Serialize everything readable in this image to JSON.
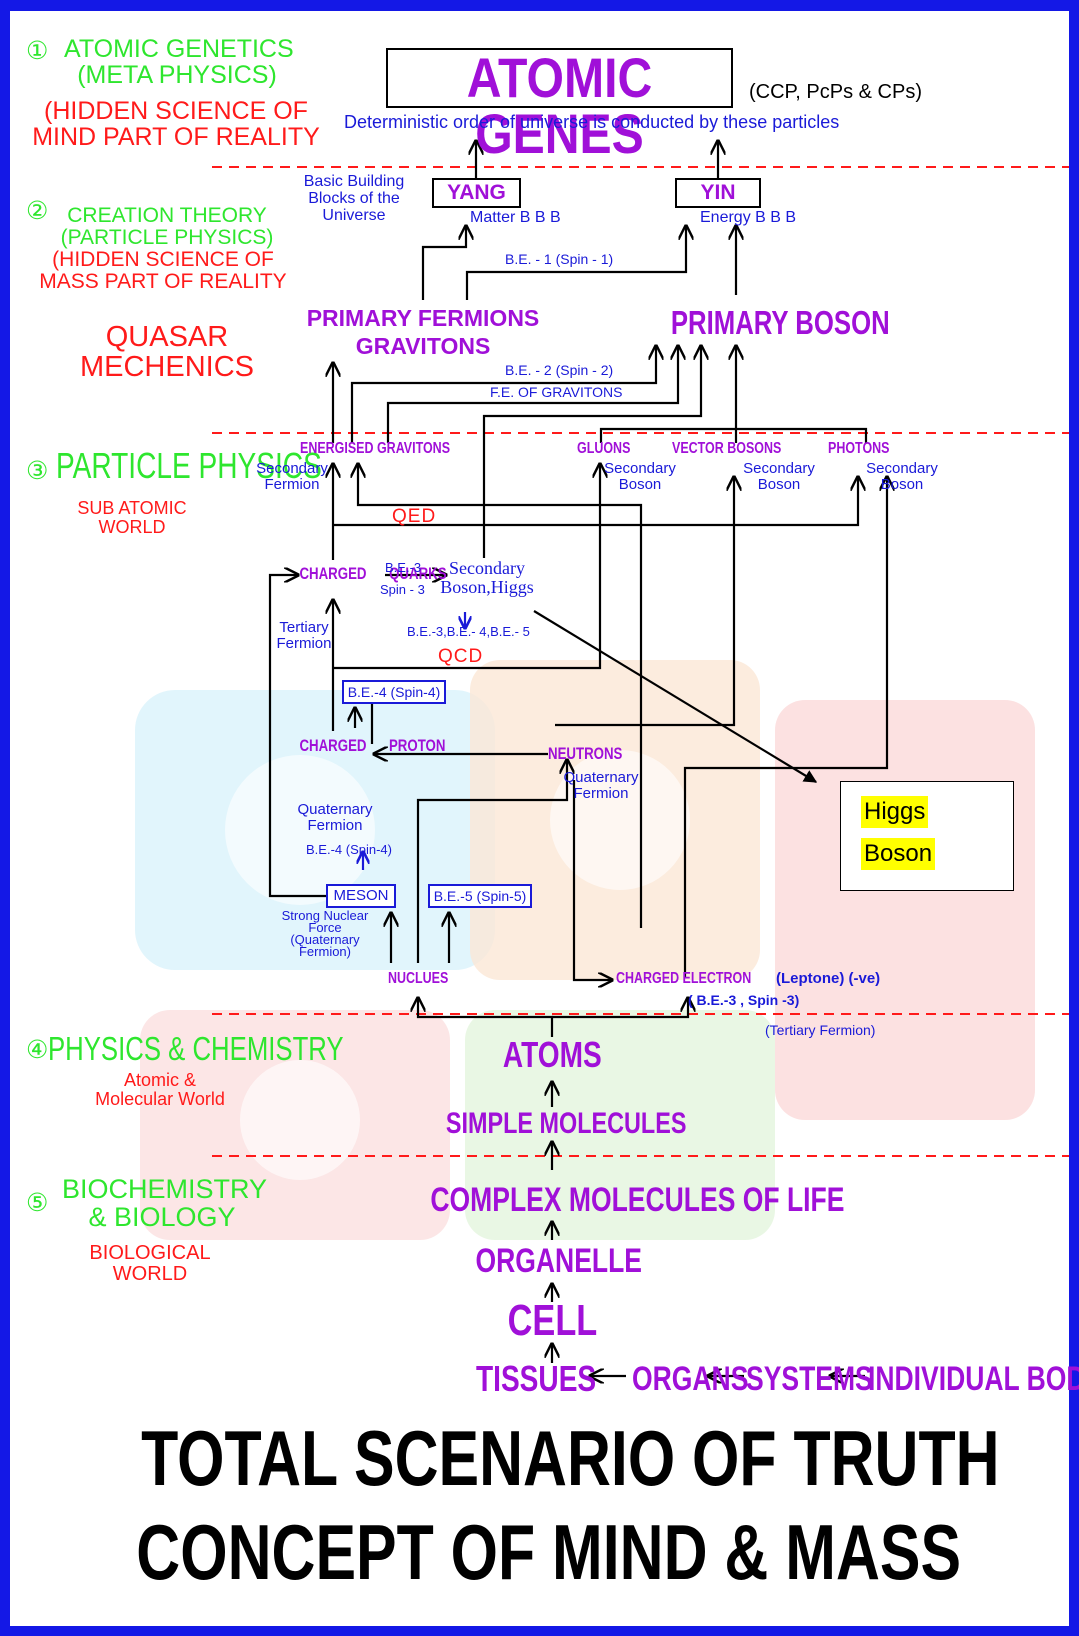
{
  "colors": {
    "border": "#1418e6",
    "green": "#2ee62e",
    "red": "#ff1a1a",
    "purple": "#a010d8",
    "blue": "#1a1ad8",
    "highlight": "#ffff00"
  },
  "levels": {
    "l1": {
      "num": "①",
      "title": [
        "ATOMIC GENETICS",
        "(META PHYSICS)"
      ],
      "sub": [
        "(HIDDEN SCIENCE OF",
        "MIND PART OF REALITY"
      ]
    },
    "l2": {
      "num": "②",
      "title": [
        "CREATION THEORY",
        "(PARTICLE PHYSICS)"
      ],
      "sub": [
        "(HIDDEN SCIENCE OF",
        "MASS PART OF REALITY"
      ]
    },
    "quasar": [
      "QUASAR",
      "MECHENICS"
    ],
    "l3": {
      "num": "③",
      "title": "PARTICLE PHYSICS",
      "sub": [
        "SUB ATOMIC",
        "WORLD"
      ]
    },
    "l4": {
      "num": "④",
      "title": "PHYSICS & CHEMISTRY",
      "sub": [
        "Atomic &",
        "Molecular World"
      ]
    },
    "l5": {
      "num": "⑤",
      "title": [
        "BIOCHEMISTRY",
        "& BIOLOGY"
      ],
      "sub": [
        "BIOLOGICAL",
        "WORLD"
      ]
    }
  },
  "top": {
    "title": "ATOMIC GENES",
    "note": "(CCP, PcPs & CPs)",
    "subtitle": "Deterministic order of universe is conducted by these particles"
  },
  "nodes": {
    "bbb": [
      "Basic Building",
      "Blocks of the",
      "Universe"
    ],
    "yang": "YANG",
    "yang_sub": "Matter B B B",
    "yin": "YIN",
    "yin_sub": "Energy B B B",
    "be1": "B.E. - 1 (Spin - 1)",
    "primary_fermions": [
      "PRIMARY FERMIONS",
      "GRAVITONS"
    ],
    "primary_boson": "PRIMARY BOSON",
    "be2": "B.E. - 2 (Spin - 2)",
    "fe_grav": "F.E. OF GRAVITONS",
    "energised": "ENERGISED GRAVITONS",
    "sec_fermion": [
      "Secondary",
      "Fermion"
    ],
    "gluons": "GLUONS",
    "gluons_sub": [
      "Secondary",
      "Boson"
    ],
    "vector": "VECTOR BOSONS",
    "vector_sub": [
      "Secondary",
      "Boson"
    ],
    "photons": "PHOTONS",
    "photons_sub": [
      "Secondary",
      "Boson"
    ],
    "qed": "QED",
    "quarks": [
      "CHARGED",
      "QUARKS"
    ],
    "be3_spin3": [
      "B.E.-3",
      "Spin - 3"
    ],
    "sec_higgs": [
      "Secondary",
      "Boson,Higgs"
    ],
    "be345": "B.E.-3,B.E.- 4,B.E.- 5",
    "tertiary_fermion": [
      "Tertiary",
      "Fermion"
    ],
    "qcd": "QCD",
    "be4_box": "B.E.-4 (Spin-4)",
    "proton": [
      "CHARGED",
      "PROTON"
    ],
    "neutrons": "NEUTRONS",
    "neutrons_sub": [
      "Quaternary",
      "Fermion"
    ],
    "quat_fermion": [
      "Quaternary",
      "Fermion"
    ],
    "be4_spin": "B.E.-4 (Spin-4)",
    "meson": "MESON",
    "be5_box": "B.E.-5 (Spin-5)",
    "strong": [
      "Strong Nuclear",
      "Force",
      "(Quaternary",
      "Fermion)"
    ],
    "nuclues": "NUCLUES",
    "electron": "CHARGED ELECTRON",
    "electron_b": "(Leptone) (-ve)",
    "electron_be": "( B.E.-3 , Spin -3)",
    "tertiary_fermion2": "(Tertiary Fermion)",
    "higgs": [
      "Higgs",
      "Boson"
    ],
    "atoms": "ATOMS",
    "simple": "SIMPLE MOLECULES",
    "complex": "COMPLEX MOLECULES OF LIFE",
    "organelle": "ORGANELLE",
    "cell": "CELL",
    "tissues": "TISSUES",
    "organs": "ORGANS",
    "systems": "SYSTEMS",
    "body": "INDIVIDUAL BODY"
  },
  "footer": [
    "TOTAL SCENARIO OF TRUTH",
    "CONCEPT OF MIND & MASS"
  ]
}
